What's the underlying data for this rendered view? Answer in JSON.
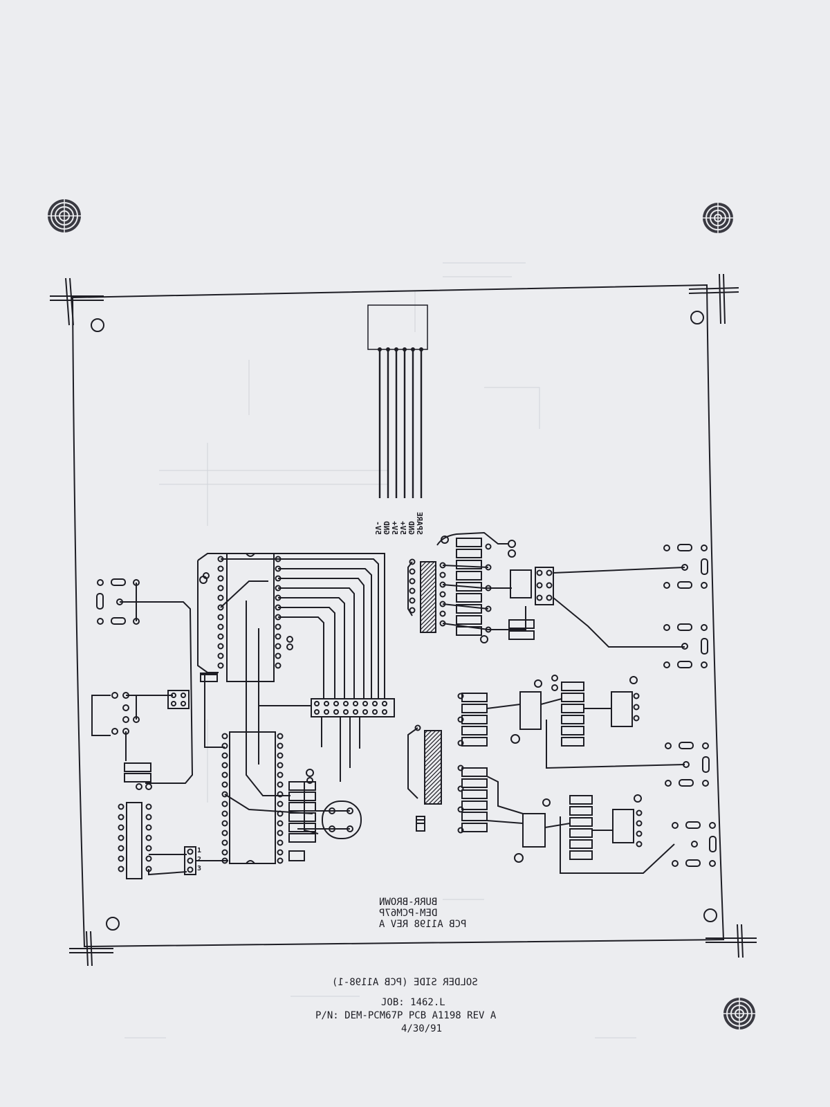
{
  "board": {
    "maker": "BURR-BROWN",
    "model": "DEM-PCM67P",
    "pcb_rev": "PCB A1198 REV A"
  },
  "connector_pins": [
    "5V-",
    "GND",
    "5V+",
    "5V+",
    "GND",
    "SPARE"
  ],
  "jumper_labels": [
    "1",
    "2",
    "3"
  ],
  "footer": {
    "side": "SOLDER SIDE (PCB A1198-1)",
    "job": "JOB: 1462.L",
    "part_number": "P/N: DEM-PCM67P PCB A1198 REV A",
    "date": "4/30/91"
  },
  "colors": {
    "paper": "#ecedf0",
    "ink": "#1d1d24"
  }
}
